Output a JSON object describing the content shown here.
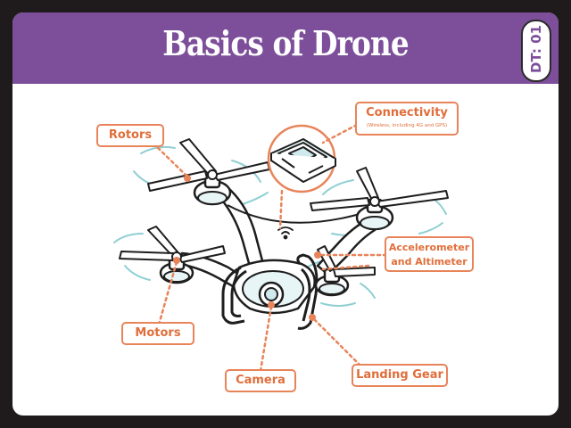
{
  "header": {
    "title": "Basics of Drone",
    "tag": "DT: 01",
    "banner_color": "#7d4f9b"
  },
  "accent_color": "#e06e3b",
  "labels": {
    "rotors": "Rotors",
    "connectivity": "Connectivity",
    "connectivity_sub": "(Wireless, including 4G and GPS)",
    "accelerometer_line1": "Accelerometer",
    "accelerometer_line2": "and Altimeter",
    "motors": "Motors",
    "camera": "Camera",
    "landing_gear": "Landing Gear"
  }
}
